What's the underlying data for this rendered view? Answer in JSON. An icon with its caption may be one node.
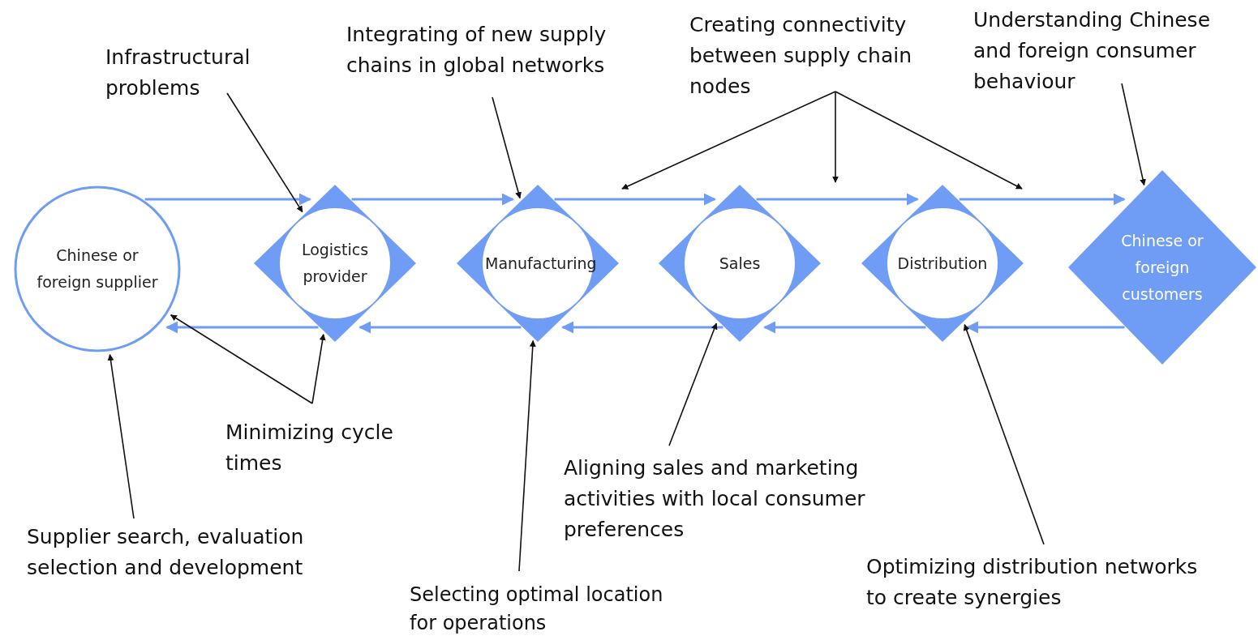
{
  "diagram": {
    "nodes": [
      {
        "text": [
          "Chinese or foreign supplier"
        ]
      },
      {
        "text": [
          "Logistics provider"
        ]
      },
      {
        "text": [
          "Manufacturing"
        ]
      },
      {
        "text": [
          "Sales"
        ]
      },
      {
        "text": [
          "Distribution"
        ]
      },
      {
        "text": [
          "Chinese or foreign customers"
        ]
      },
      {
        "text": [
          "Infrastructural problems"
        ]
      },
      {
        "text": [
          "Integrating of new supply chains in global networks"
        ]
      },
      {
        "text": [
          "Creating connectivity between supply chain nodes"
        ]
      },
      {
        "text": [
          "Understanding Chinese and foreign consumer behaviour"
        ]
      },
      {
        "text": [
          "Minimizing cycle times"
        ]
      },
      {
        "text": [
          "Supplier search, evaluation selection and development"
        ]
      },
      {
        "text": [
          "Selecting optimal location for operations"
        ]
      },
      {
        "text": [
          "Aligning sales and marketing activities with local consumer preferences"
        ]
      },
      {
        "text": [
          "Optimizing distribution networks to create synergies"
        ]
      }
    ],
    "edges": [
      {
        "from": 0,
        "to": 1,
        "arrow": "to",
        "color": "#6f9cf4"
      },
      {
        "from": 1,
        "to": 2,
        "arrow": "to",
        "color": "#6f9cf4"
      },
      {
        "from": 2,
        "to": 3,
        "arrow": "to",
        "color": "#6f9cf4"
      },
      {
        "from": 3,
        "to": 4,
        "arrow": "to",
        "color": "#6f9cf4"
      },
      {
        "from": 4,
        "to": 5,
        "arrow": "to",
        "color": "#6f9cf4"
      },
      {
        "from": 1,
        "to": 0,
        "arrow": "to",
        "color": "#6f9cf4"
      },
      {
        "from": 2,
        "to": 1,
        "arrow": "to",
        "color": "#6f9cf4"
      },
      {
        "from": 3,
        "to": 2,
        "arrow": "to",
        "color": "#6f9cf4"
      },
      {
        "from": 4,
        "to": 3,
        "arrow": "to",
        "color": "#6f9cf4"
      },
      {
        "from": 5,
        "to": 4,
        "arrow": "to",
        "color": "#6f9cf4"
      },
      {
        "from": 6,
        "to": 1,
        "arrow": "to"
      },
      {
        "from": 7,
        "to": 2,
        "arrow": "to"
      },
      {
        "from": 8,
        "to": null,
        "arrow": "to"
      },
      {
        "from": 8,
        "to": null,
        "arrow": "to"
      },
      {
        "from": 8,
        "to": null,
        "arrow": "to"
      },
      {
        "from": 9,
        "to": 5,
        "arrow": "to"
      },
      {
        "from": 10,
        "to": 0,
        "arrow": "to"
      },
      {
        "from": 10,
        "to": 1,
        "arrow": "to"
      },
      {
        "from": 11,
        "to": 0,
        "arrow": "to"
      },
      {
        "from": 12,
        "to": 2,
        "arrow": "to"
      },
      {
        "from": 13,
        "to": 3,
        "arrow": "to"
      },
      {
        "from": 14,
        "to": 4,
        "arrow": "to"
      }
    ]
  }
}
